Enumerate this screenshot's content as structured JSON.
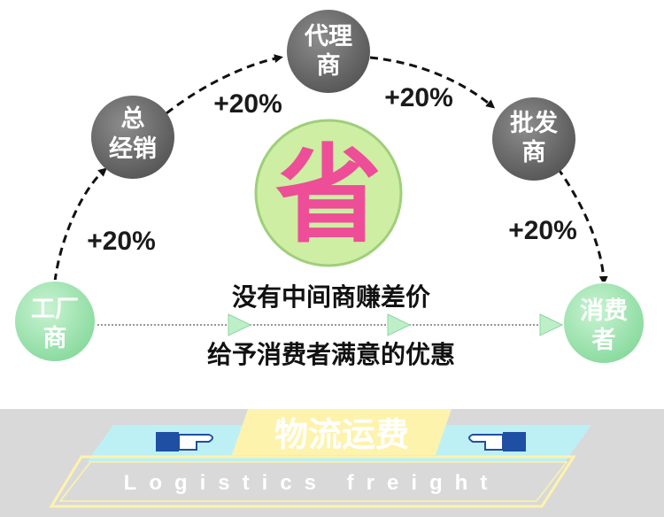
{
  "center_char": "省",
  "nodes": {
    "factory": [
      "工厂",
      "商"
    ],
    "general": [
      "总",
      "经销"
    ],
    "agent": [
      "代理",
      "商"
    ],
    "wholesale": [
      "批发",
      "商"
    ],
    "consumer": [
      "消费",
      "者"
    ]
  },
  "markups": [
    "+20%",
    "+20%",
    "+20%",
    "+20%"
  ],
  "messages": [
    "没有中间商赚差价",
    "给予消费者满意的优惠"
  ],
  "banner": {
    "title": "物流运费",
    "subtitle": "Logistics freight"
  },
  "colors": {
    "node_gray": "#6f6f6f",
    "node_green": "#a6e6b4",
    "center_circle": "#cdeea3",
    "center_char": "#ee4d97",
    "banner_band": "#d9d9d9",
    "banner_cyan": "#bdf0f5",
    "banner_yellow": "#fdf3ad",
    "hand_blue": "#1f4fa3"
  }
}
